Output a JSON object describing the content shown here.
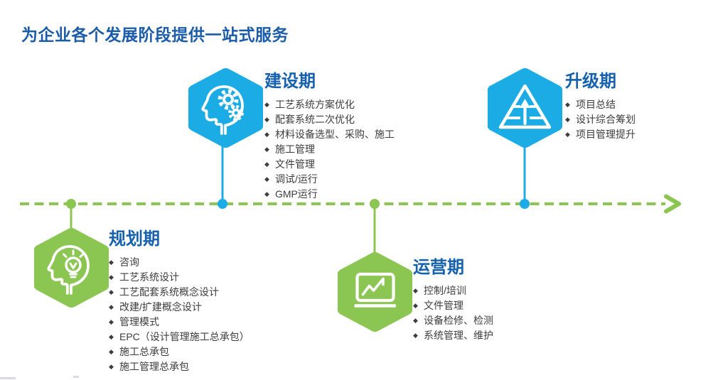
{
  "title": "为企业各个发展阶段提供一站式服务",
  "bullet_glyph": "◆",
  "colors": {
    "blue_accent": "#1CACE5",
    "green_accent": "#8CC652",
    "title_blue": "#1A5CA9",
    "heading_blue": "#1561AE",
    "body_text": "#3D3D3D"
  },
  "phases": [
    {
      "id": "construction",
      "label": "建设期",
      "icon": "head-gears-icon",
      "accent": "#1CACE5",
      "items": [
        "工艺系统方案优化",
        "配套系统二次优化",
        "材料设备选型、采购、施工",
        "施工管理",
        "文件管理",
        "调试/运行",
        "GMP运行"
      ]
    },
    {
      "id": "upgrade",
      "label": "升级期",
      "icon": "pyramid-arrow-icon",
      "accent": "#1CACE5",
      "items": [
        "项目总结",
        "设计综合筹划",
        "项目管理提升"
      ]
    },
    {
      "id": "planning",
      "label": "规划期",
      "icon": "head-bulb-icon",
      "accent": "#8CC652",
      "items": [
        "咨询",
        "工艺系统设计",
        "工艺配套系统概念设计",
        "改建/扩建概念设计",
        "管理模式",
        "EPC（设计管理施工总承包）",
        "施工总承包",
        "施工管理总承包"
      ]
    },
    {
      "id": "operation",
      "label": "运营期",
      "icon": "monitor-chart-icon",
      "accent": "#8CC652",
      "items": [
        "控制/培训",
        "文件管理",
        "设备检修、检测",
        "系统管理、维护"
      ]
    }
  ]
}
